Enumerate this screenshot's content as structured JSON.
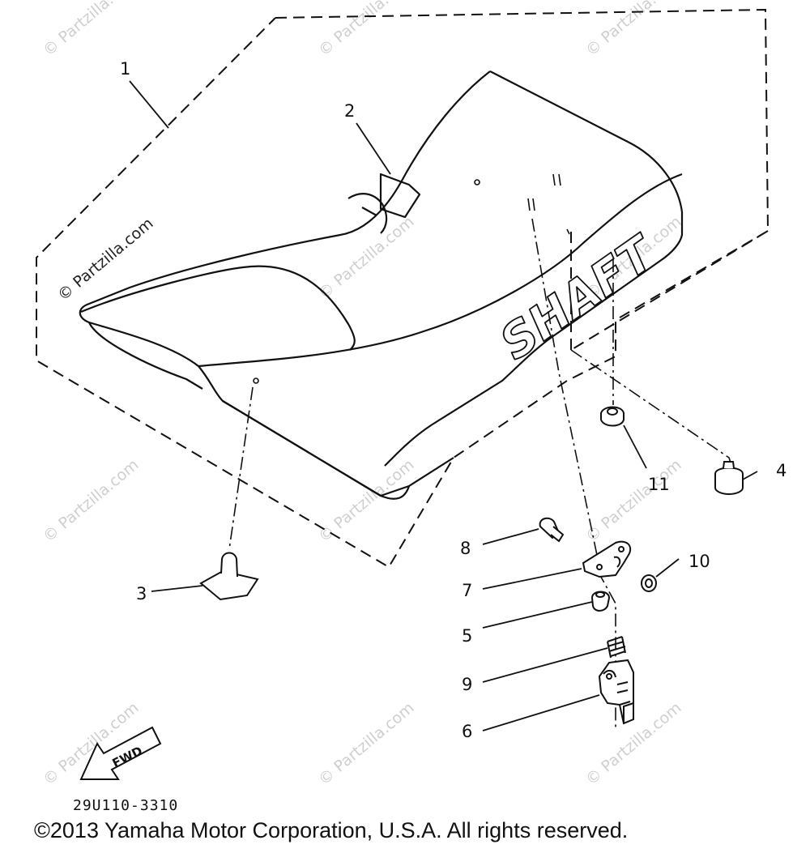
{
  "diagram": {
    "callouts": [
      "1",
      "2",
      "3",
      "4",
      "5",
      "6",
      "7",
      "8",
      "9",
      "10",
      "11"
    ],
    "seat_label": "SHAFT",
    "fwd_label": "FWD",
    "part_code": "29U110-3310",
    "watermark": "© Partzilla.com"
  },
  "footer": {
    "copyright": "©2013 Yamaha Motor Corporation, U.S.A. All rights reserved."
  }
}
